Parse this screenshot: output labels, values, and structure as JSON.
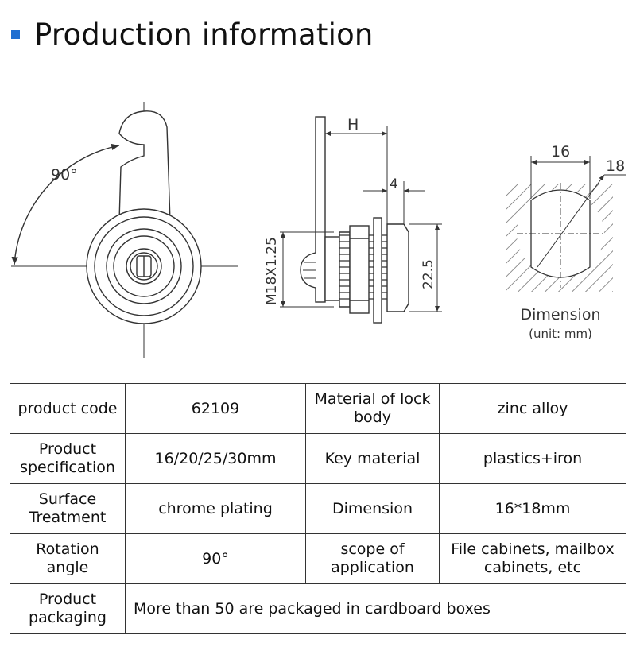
{
  "header": {
    "title": "Production information"
  },
  "drawing": {
    "side_angle": "90°",
    "h_label": "H",
    "depth_label": "4",
    "thread_label": "M18X1.25",
    "height_label": "22.5",
    "cutout_width_label": "16",
    "cutout_height_label": "18"
  },
  "dimension_caption": {
    "title": "Dimension",
    "unit": "(unit: mm)"
  },
  "spec_table": {
    "rows": [
      {
        "l1": "product code",
        "v1": "62109",
        "l2": "Material of lock body",
        "v2": "zinc alloy"
      },
      {
        "l1": "Product specification",
        "v1": "16/20/25/30mm",
        "l2": "Key material",
        "v2": "plastics+iron"
      },
      {
        "l1": "Surface Treatment",
        "v1": "chrome plating",
        "l2": "Dimension",
        "v2": "16*18mm"
      },
      {
        "l1": "Rotation angle",
        "v1": "90°",
        "l2": "scope of application",
        "v2": "File cabinets, mailbox cabinets, etc"
      },
      {
        "l1": "Product packaging",
        "v1": "More than 50 are packaged in cardboard boxes"
      }
    ]
  },
  "colors": {
    "accent": "#1f6fd1",
    "line": "#333333"
  }
}
